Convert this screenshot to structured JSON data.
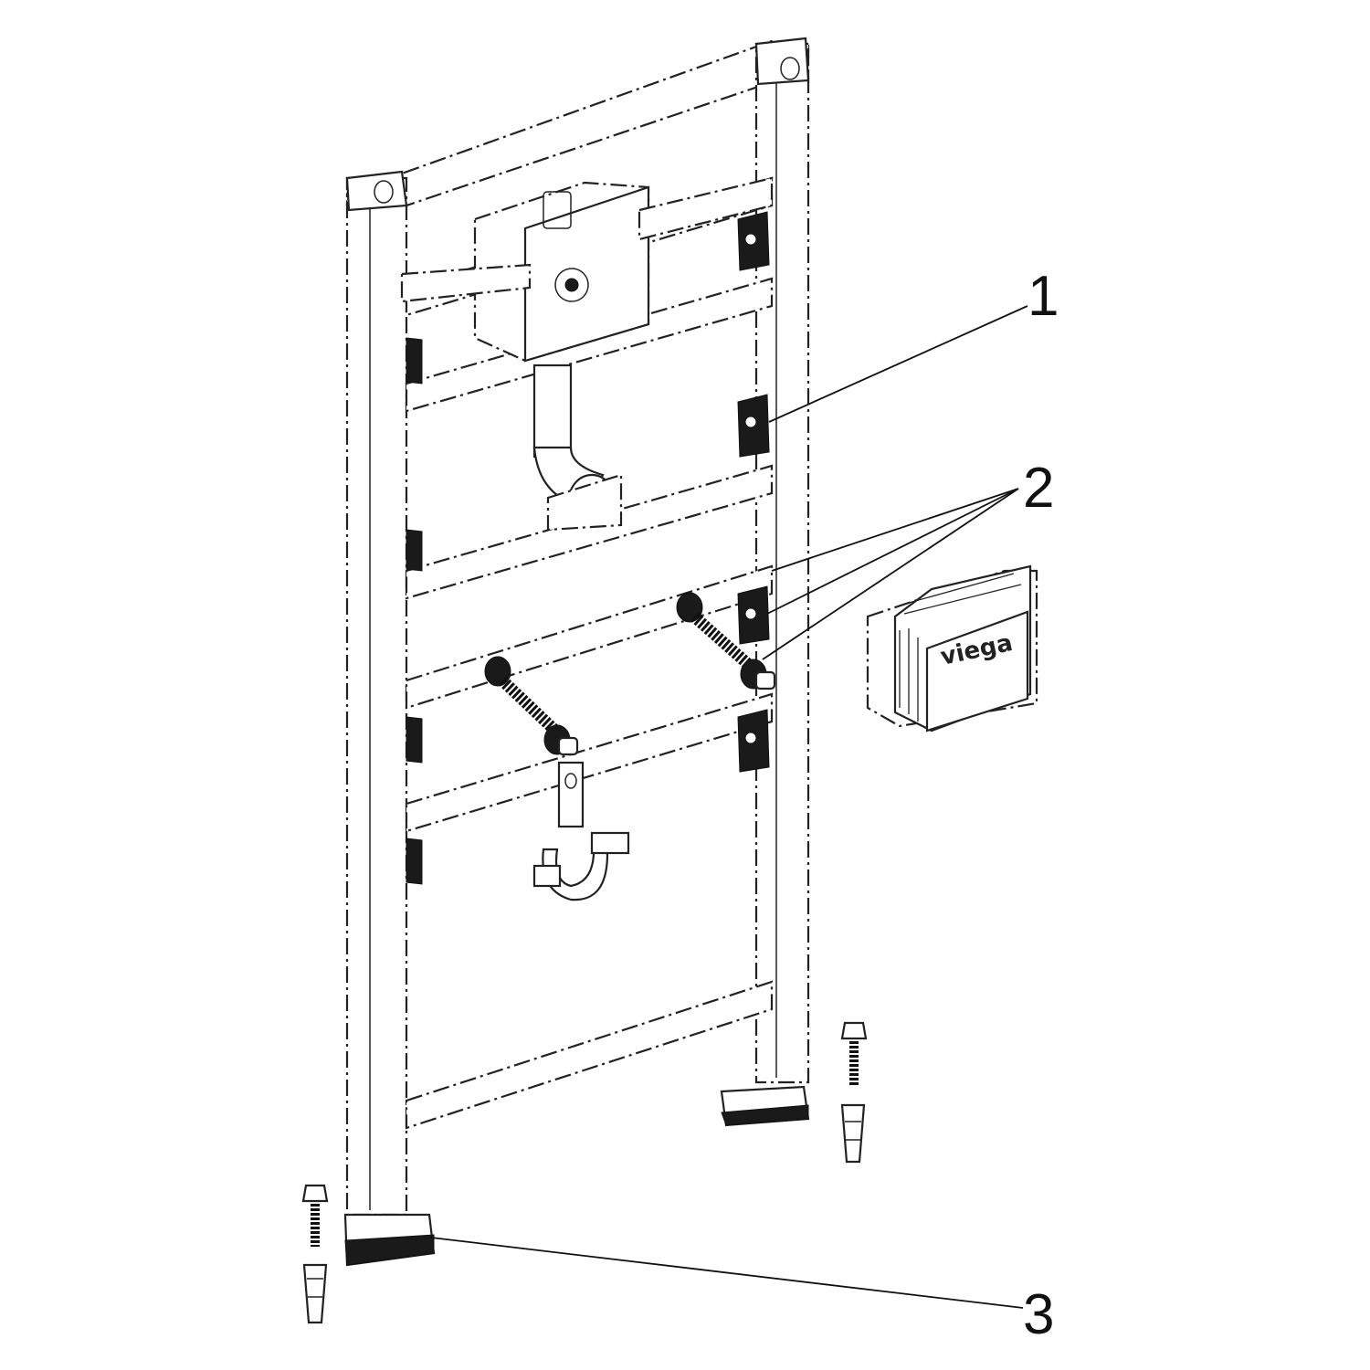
{
  "callouts": [
    {
      "number": "1"
    },
    {
      "number": "2"
    },
    {
      "number": "3"
    }
  ],
  "brand_label": "viega",
  "drawing": {
    "parts": [
      "frame",
      "flush-box",
      "drain-elbow",
      "mounting-brackets",
      "threaded-studs",
      "pipe-clamp",
      "feet",
      "anchor-bolts",
      "anchor-plugs",
      "branded-cover-box"
    ]
  }
}
